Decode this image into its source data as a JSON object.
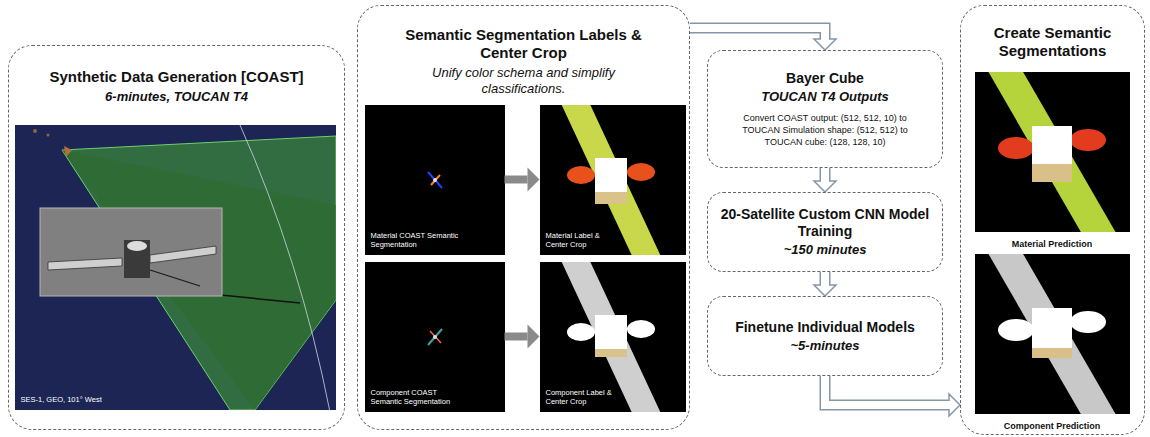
{
  "diagram": {
    "nodes": [
      {
        "text": [
          "Synthetic Data Generation [COAST]",
          "6-minutes, TOUCAN T4"
        ]
      },
      {
        "text": [
          "SES-1, GEO, 101° West"
        ],
        "in": 0
      },
      {
        "text": [
          "Semantic Segmentation Labels & Center Crop",
          "Unify color schema and simplify classifications."
        ]
      },
      {
        "text": [
          "Material COAST Semantic Segmentation"
        ],
        "in": 2
      },
      {
        "text": [
          "Material Label & Center Crop"
        ],
        "in": 2
      },
      {
        "text": [
          "Component COAST Semantic Segmentation"
        ],
        "in": 2
      },
      {
        "text": [
          "Component Label & Center Crop"
        ],
        "in": 2
      },
      {
        "text": [
          "Bayer Cube",
          "TOUCAN T4 Outputs",
          "Convert COAST output: (512, 512, 10) to TOUCAN Simulation shape: (512, 512) to TOUCAN cube: (128, 128, 10)"
        ]
      },
      {
        "text": [
          "20-Satellite Custom CNN Model Training",
          "~150 minutes"
        ]
      },
      {
        "text": [
          "Finetune Individual Models",
          "~5-minutes"
        ]
      },
      {
        "text": [
          "Create Semantic Segmentations"
        ]
      },
      {
        "text": [
          "Material Prediction"
        ],
        "in": 10
      },
      {
        "text": [
          "Component Prediction"
        ],
        "in": 10
      }
    ],
    "edges": [
      {
        "from": 3,
        "to": 4,
        "arrow": "to"
      },
      {
        "from": 5,
        "to": 6,
        "arrow": "to"
      },
      {
        "from": 2,
        "to": 7,
        "arrow": "to"
      },
      {
        "from": 7,
        "to": 8,
        "arrow": "to"
      },
      {
        "from": 8,
        "to": 9,
        "arrow": "to"
      },
      {
        "from": 9,
        "to": 10,
        "arrow": "to"
      }
    ]
  }
}
